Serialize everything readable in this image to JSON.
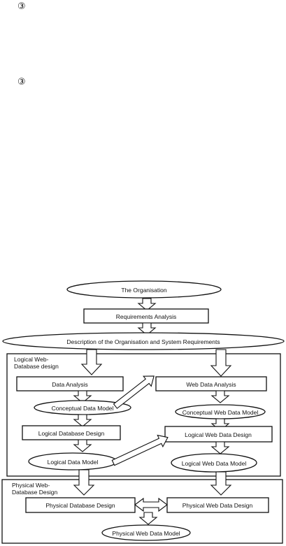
{
  "markers": [
    "③",
    "③"
  ],
  "diagram": {
    "organisation": "The Organisation",
    "requirements_analysis": "Requirements Analysis",
    "description": "Description of the Organisation and System Requirements",
    "logical_section": {
      "line1": "Logical Web-",
      "line2": "Database design"
    },
    "data_analysis": "Data Analysis",
    "web_data_analysis": "Web Data Analysis",
    "conceptual_data_model": "Conceptual Data Model",
    "conceptual_web_data_model": "Conceptual Web Data Model",
    "logical_database_design": "Logical Database Design",
    "logical_web_data_design": "Logical Web Data Design",
    "logical_data_model": "Logical Data Model",
    "logical_web_data_model": "Logical Web Data Model",
    "physical_section": {
      "line1": "Physical Web-",
      "line2": "Database Design"
    },
    "physical_database_design": "Physical Database Design",
    "physical_web_data_design": "Physical Web Data Design",
    "physical_web_data_model": "Physical Web Data Model"
  }
}
